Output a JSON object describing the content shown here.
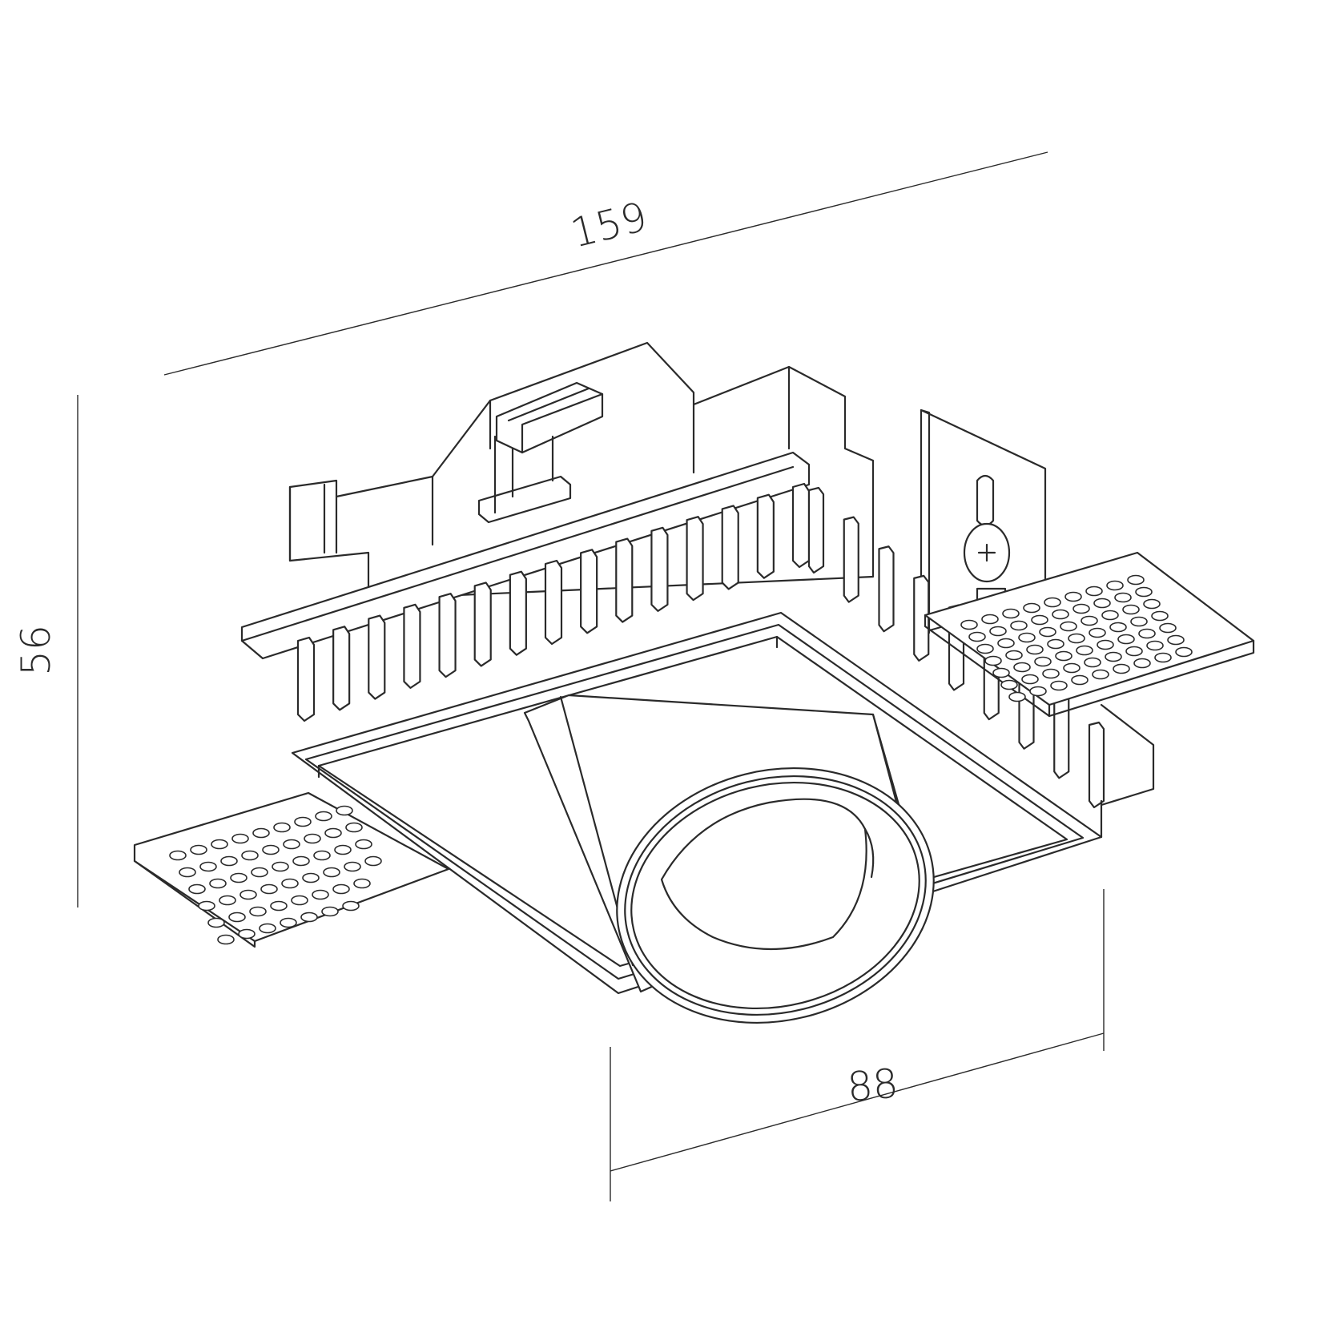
{
  "dimensions": {
    "length": "159",
    "height": "56",
    "width": "88"
  },
  "colors": {
    "line": "#2a2a2a",
    "background": "#ffffff"
  }
}
